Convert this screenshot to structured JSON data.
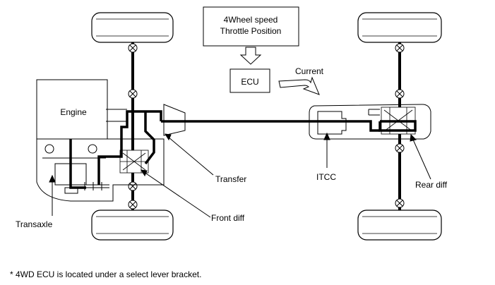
{
  "info_box": {
    "line1": "4Wheel speed",
    "line2": "Throttle Position"
  },
  "ecu": "ECU",
  "current": "Current",
  "labels": {
    "engine": "Engine",
    "transfer": "Transfer",
    "front_diff": "Front diff",
    "transaxle": "Transaxle",
    "itcc": "ITCC",
    "rear_diff": "Rear diff"
  },
  "footnote": "* 4WD ECU is located under a select lever bracket."
}
